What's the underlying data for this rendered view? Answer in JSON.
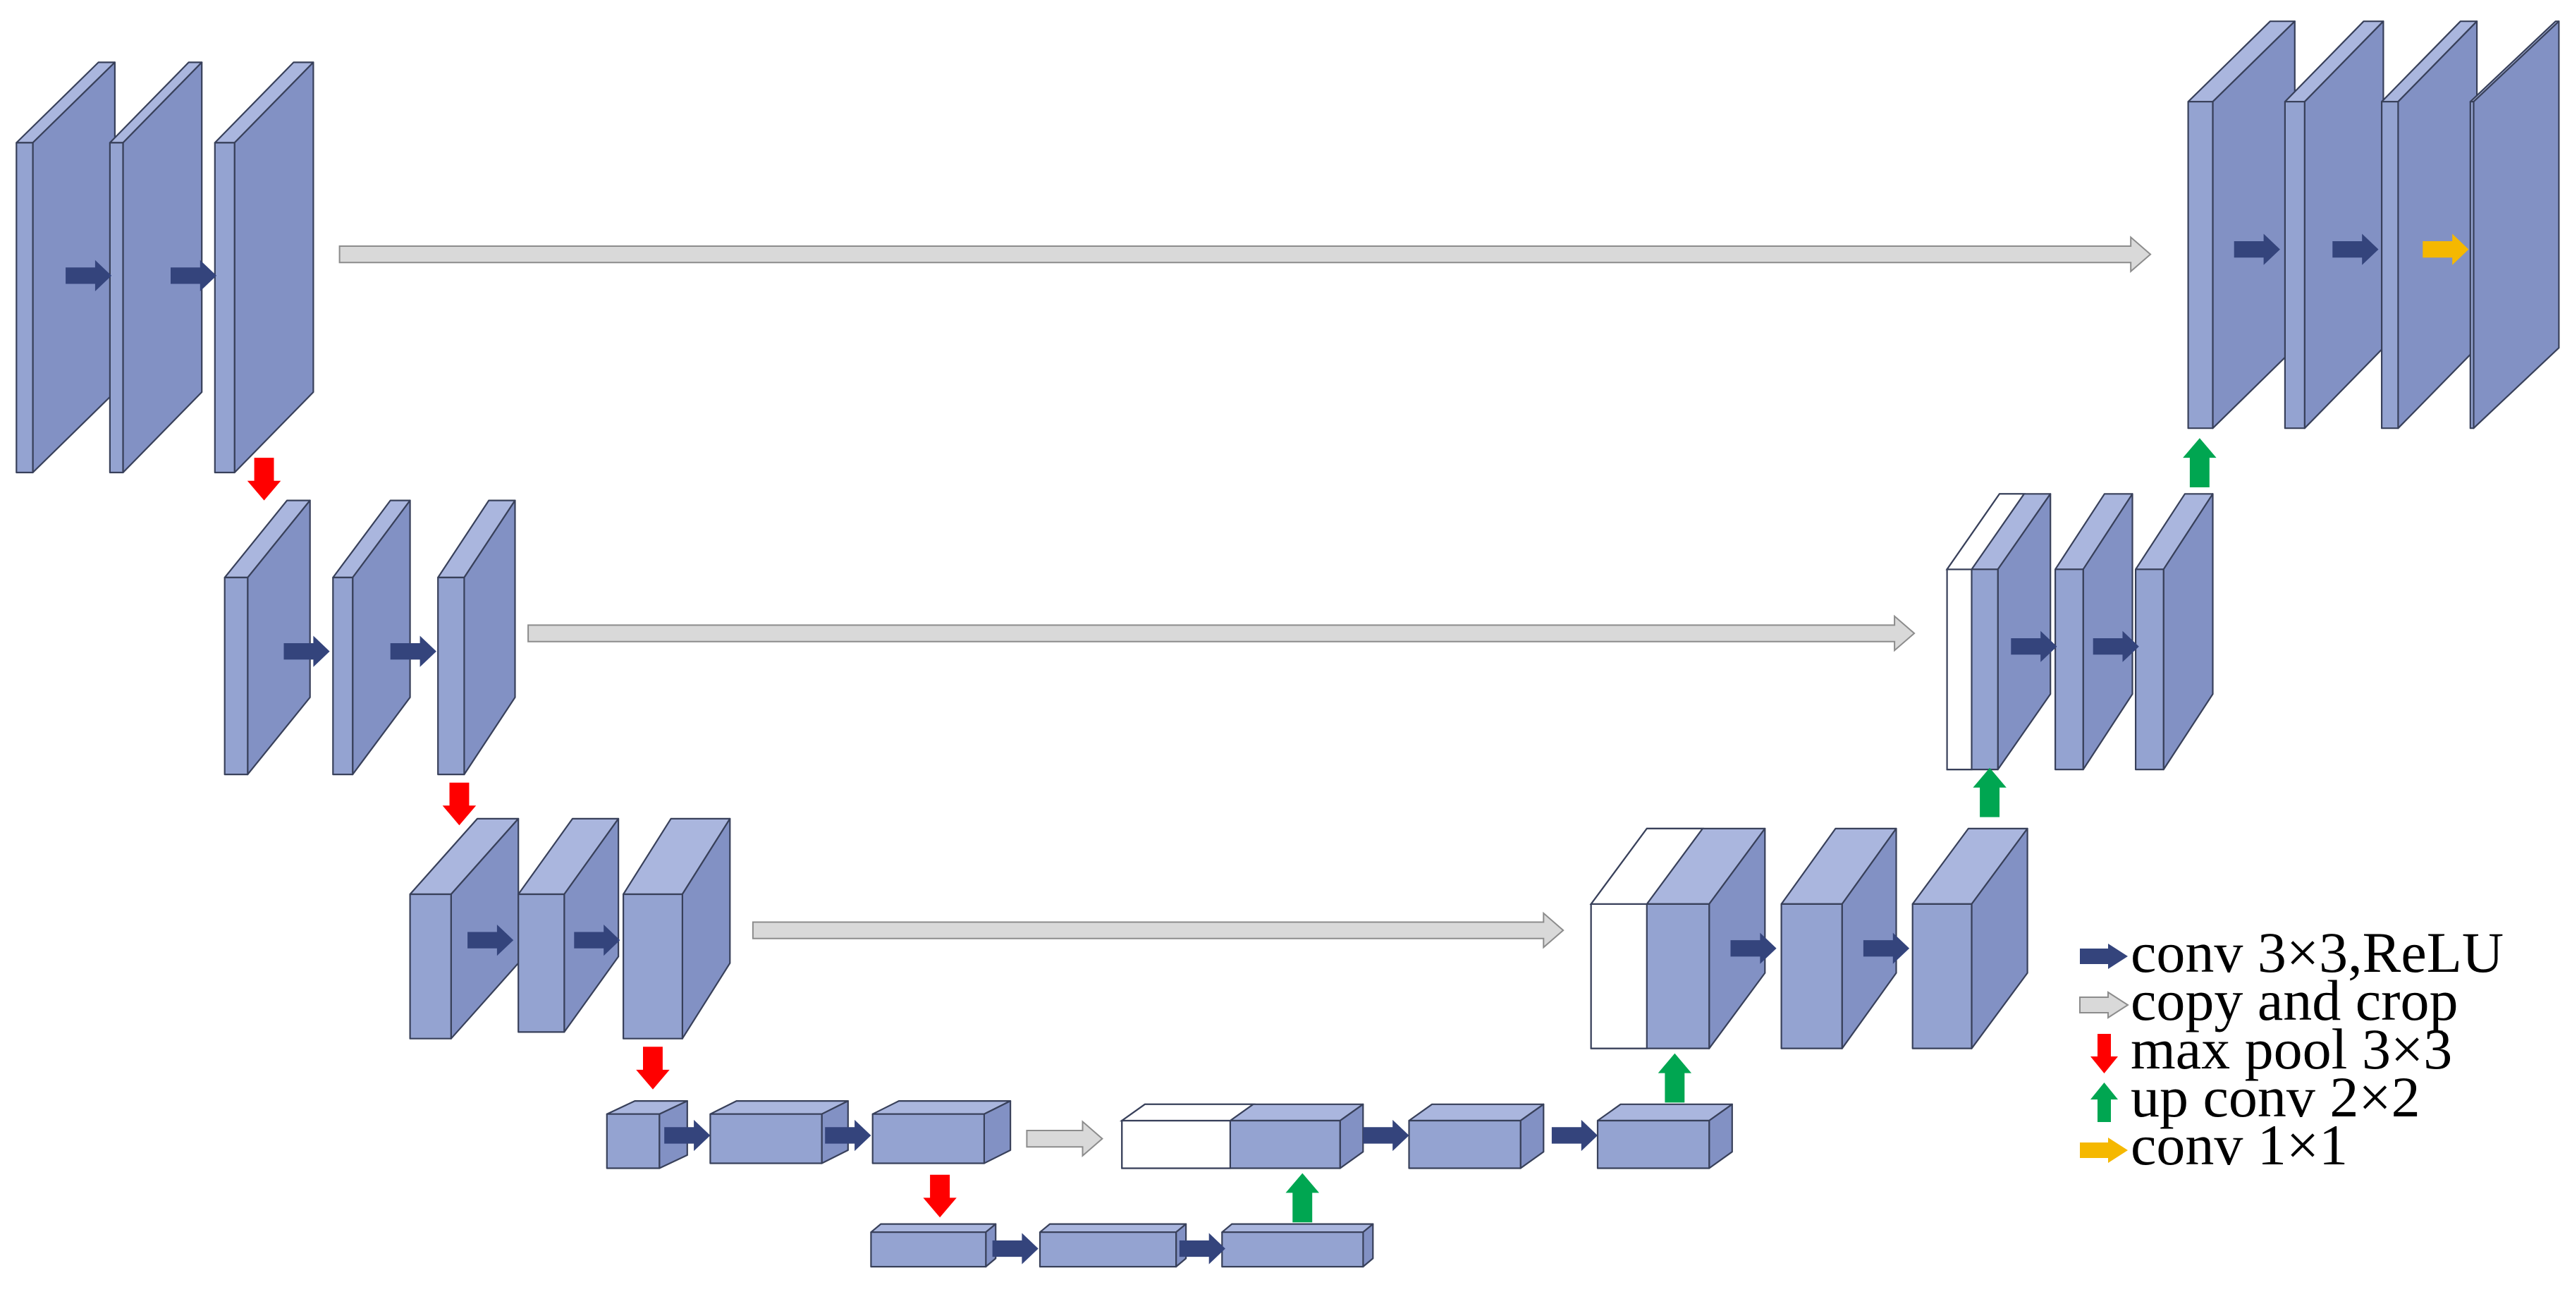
{
  "colors": {
    "block_front": "#94a3d1",
    "block_top": "#aab6de",
    "block_side": "#8291c4",
    "block_edge": "#38405a",
    "crop_fill": "#ffffff",
    "conv_arrow": "#34447c",
    "copy_arrow": "#d9d9d9",
    "copy_arrow_edge": "#8c8c8c",
    "pool_arrow": "#ff0000",
    "up_arrow": "#00a651",
    "final_arrow": "#f5b800"
  },
  "legend": [
    {
      "icon": "conv-arrow-icon",
      "label": "conv 3×3,ReLU"
    },
    {
      "icon": "copy-arrow-icon",
      "label": "copy and crop"
    },
    {
      "icon": "pool-arrow-icon",
      "label": "max pool 3×3"
    },
    {
      "icon": "up-arrow-icon",
      "label": "up conv 2×2"
    },
    {
      "icon": "final-arrow-icon",
      "label": "conv 1×1"
    }
  ]
}
